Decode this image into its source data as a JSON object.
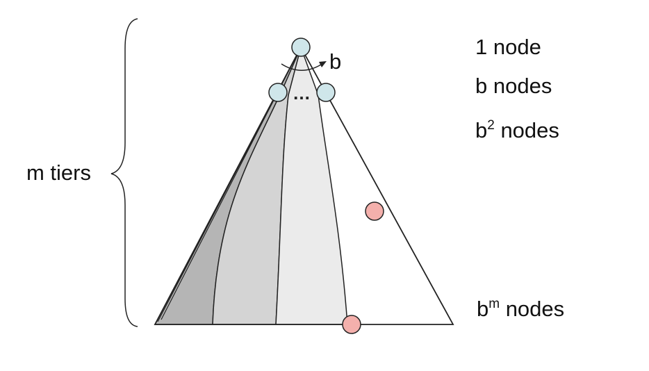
{
  "diagram": {
    "tiers_label": "m tiers",
    "branch_label": "b",
    "ellipsis": "…",
    "tier_labels": {
      "level0": "1 node",
      "level1": "b nodes",
      "level2_base": "b",
      "level2_exp": "2",
      "level2_suffix": " nodes",
      "levelm_base": "b",
      "levelm_exp": "m",
      "levelm_suffix": " nodes"
    },
    "colors": {
      "node_explored": "#cfe6ea",
      "node_goal": "#f4b0ac",
      "shade_dark": "#b5b5b5",
      "shade_mid": "#d4d4d4",
      "shade_light": "#ebebeb",
      "stroke": "#222222"
    }
  }
}
